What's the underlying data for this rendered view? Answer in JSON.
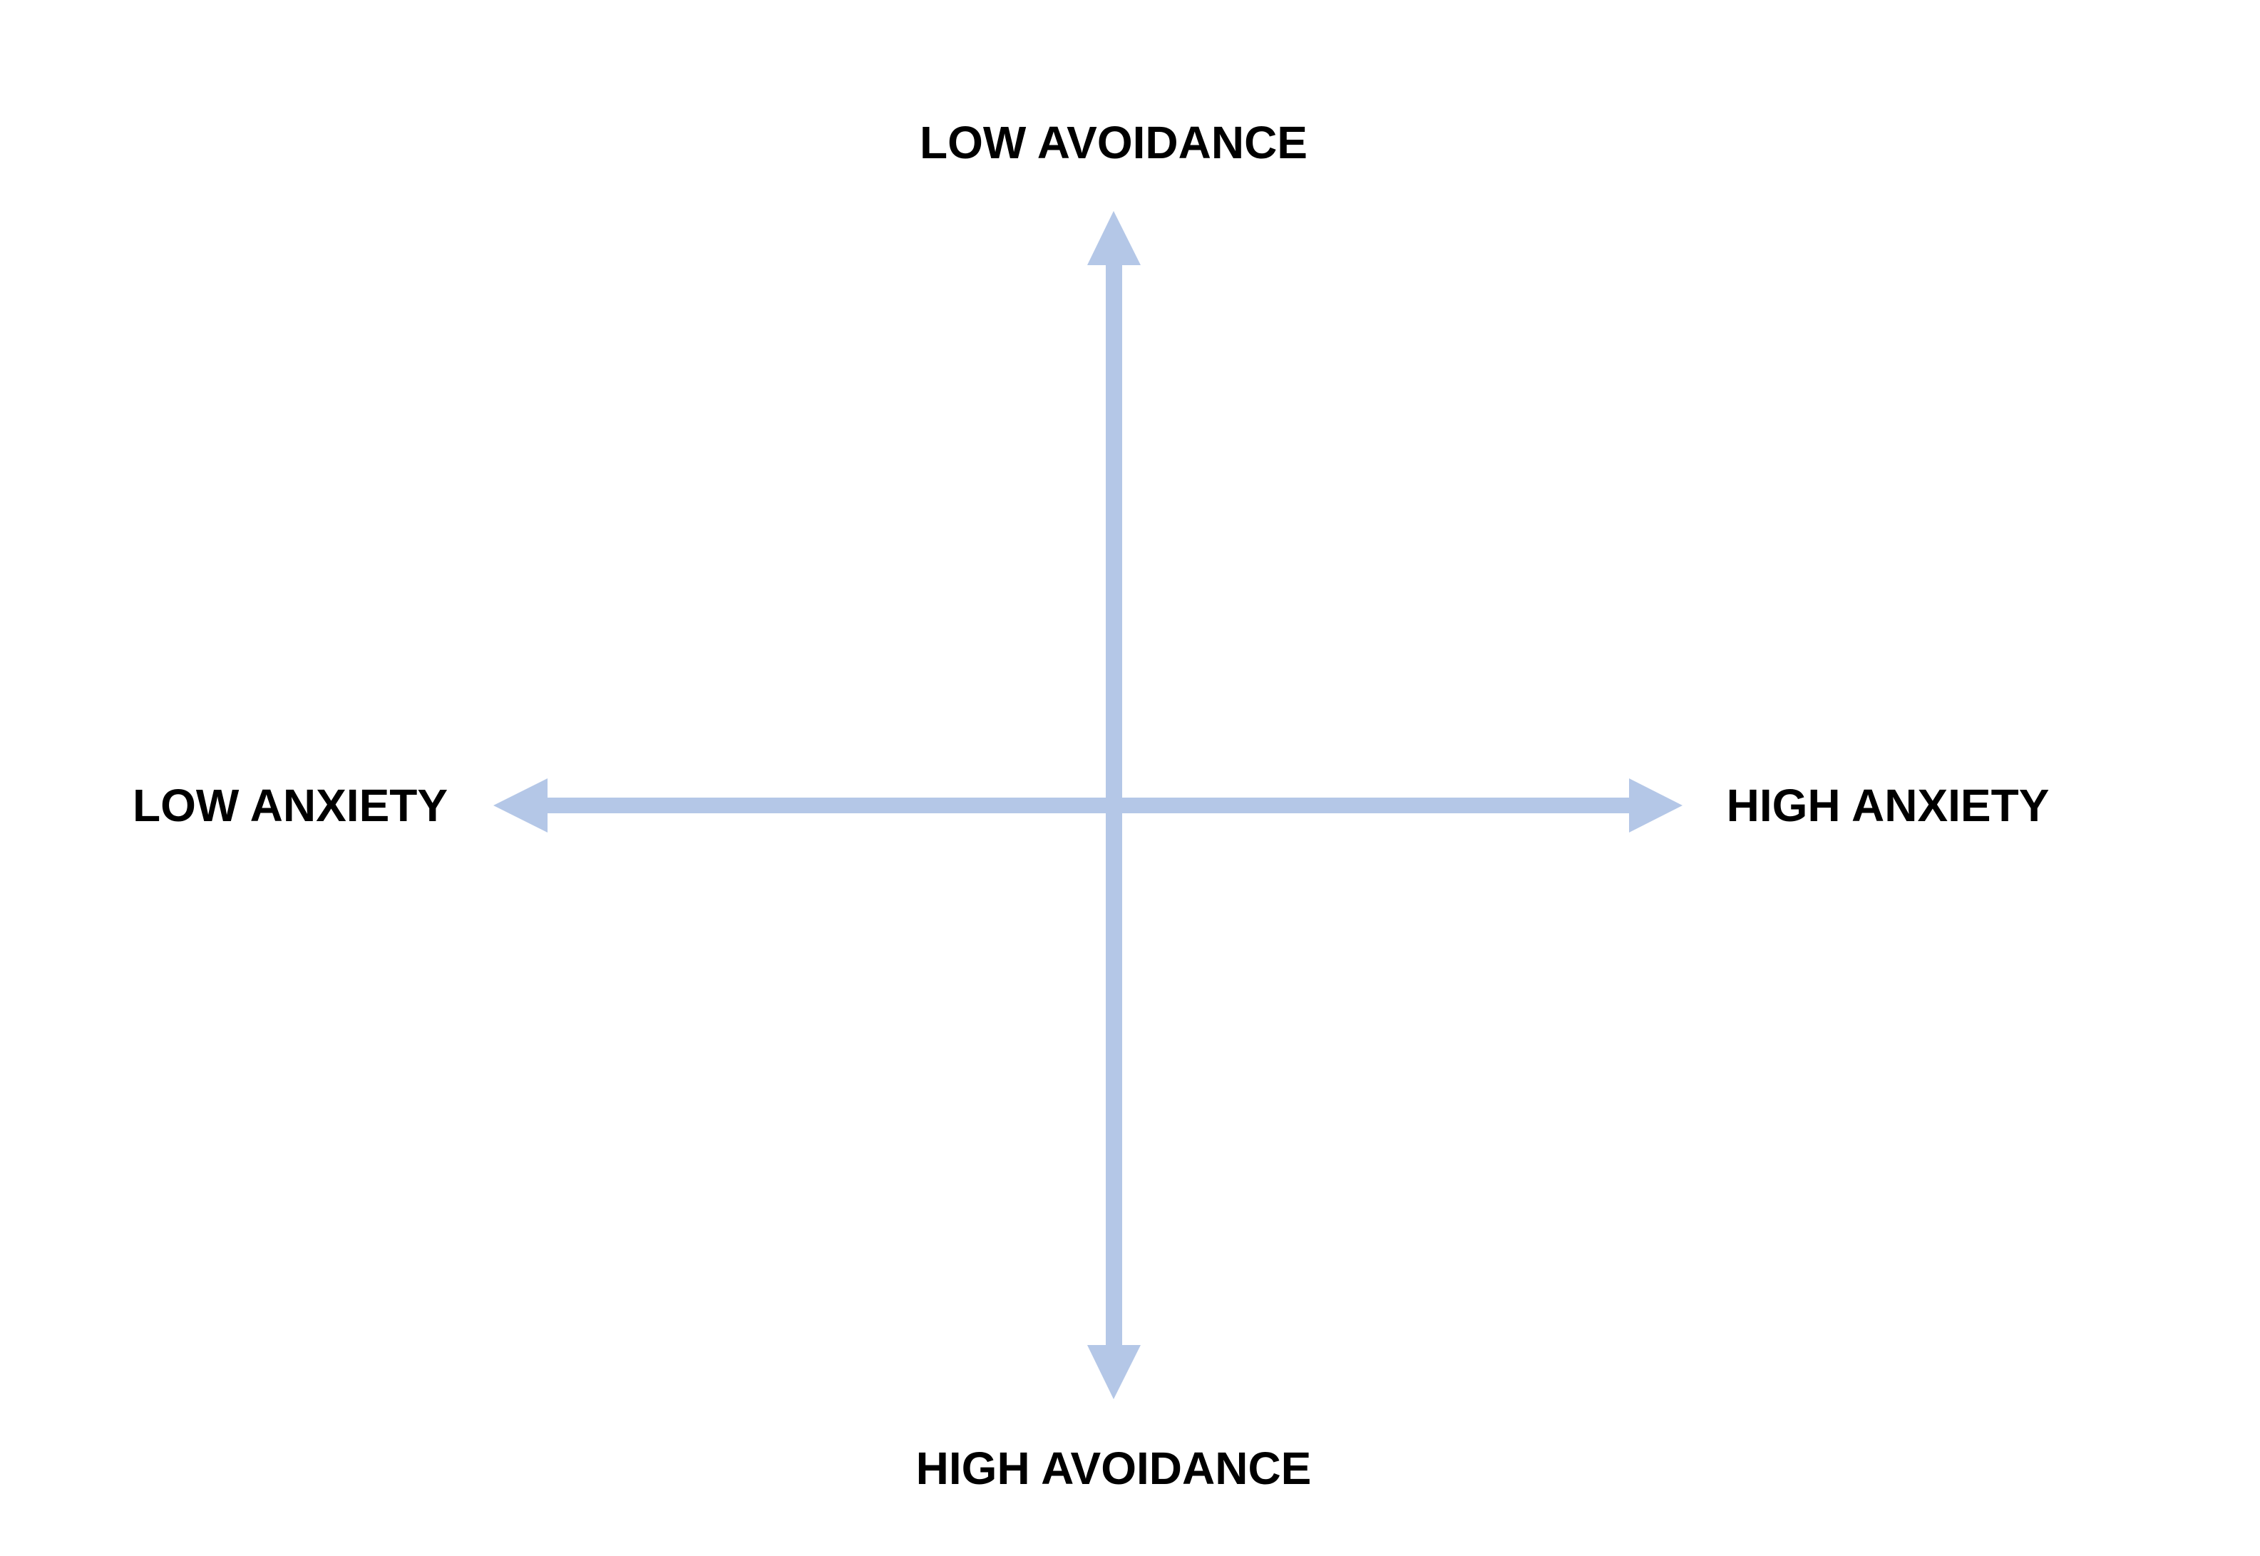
{
  "diagram": {
    "type": "quadrant-axes",
    "labels": {
      "top": "LOW AVOIDANCE",
      "bottom": "HIGH AVOIDANCE",
      "left": "LOW ANXIETY",
      "right": "HIGH ANXIETY"
    },
    "colors": {
      "axis": "#B4C7E7",
      "text": "#000000",
      "background": "#FFFFFF"
    }
  }
}
